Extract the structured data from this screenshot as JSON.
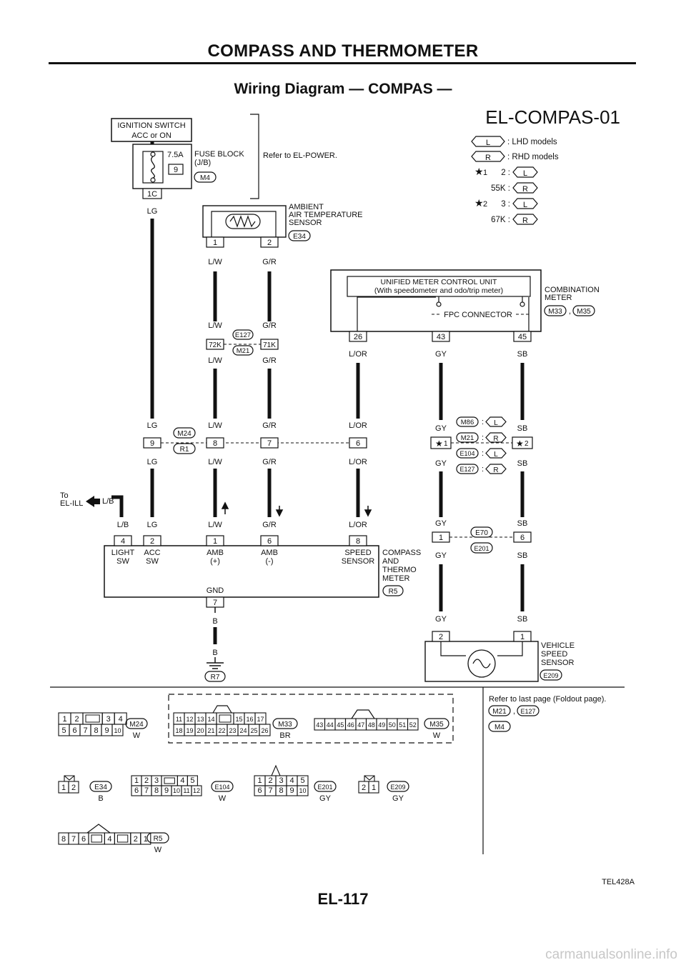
{
  "header": {
    "title": "COMPASS AND THERMOMETER",
    "diagram_title": "Wiring Diagram — COMPAS —"
  },
  "diagram_id": "EL-COMPAS-01",
  "legend": {
    "lhd_symbol": "L",
    "lhd_text": ": LHD models",
    "rhd_symbol": "R",
    "rhd_text": ": RHD models",
    "note1_mark": "1",
    "note1_a": "2 :",
    "note1_b": "55K :",
    "note2_mark": "2",
    "note2_a": "3 :",
    "note2_b": "67K :"
  },
  "components": {
    "ign_switch_l1": "IGNITION SWITCH",
    "ign_switch_l2": "ACC or ON",
    "fuse_rating": "7.5A",
    "fuse_number": "9",
    "fuse_block_l1": "FUSE BLOCK",
    "fuse_block_l2": "(J/B)",
    "fuse_conn": "M4",
    "fuse_terminal": "1C",
    "refer_power": "Refer to EL-POWER.",
    "sensor_l1": "AMBIENT",
    "sensor_l2": "AIR TEMPERATURE",
    "sensor_l3": "SENSOR",
    "sensor_conn": "E34",
    "sensor_pin1": "1",
    "sensor_pin2": "2",
    "meter_l1": "UNIFIED METER CONTROL UNIT",
    "meter_l2": "(With speedometer and odo/trip meter)",
    "fpc": "FPC CONNECTOR",
    "combo_l1": "COMBINATION",
    "combo_l2": "METER",
    "combo_conn1": "M33",
    "combo_conn2": "M35",
    "combo_pins": [
      "26",
      "43",
      "45"
    ],
    "ec_conn1": "E127",
    "ec_conn2": "M21",
    "ec_pin1": "72K",
    "ec_pin2": "71K",
    "j1_conn1": "M24",
    "j1_conn2": "R1",
    "j1_pins": [
      "9",
      "8",
      "7",
      "6"
    ],
    "j2_conns": [
      "M86",
      "M21",
      "E104",
      "E127"
    ],
    "j2_sym": [
      "L",
      "R",
      "L",
      "R"
    ],
    "j3_conn1": "E70",
    "j3_conn2": "E201",
    "j3_pins": [
      "1",
      "6"
    ],
    "to_ill_l1": "To",
    "to_ill_l2": "EL-ILL",
    "compass_pins": [
      "4",
      "2",
      "1",
      "6",
      "8"
    ],
    "compass_func": [
      "LIGHT",
      "SW",
      "ACC",
      "SW",
      "AMB",
      "(+)",
      "AMB",
      "(-)",
      "SPEED",
      "SENSOR"
    ],
    "compass_l1": "COMPASS",
    "compass_l2": "AND",
    "compass_l3": "THERMO",
    "compass_l4": "METER",
    "compass_conn": "R5",
    "gnd_label": "GND",
    "gnd_pin": "7",
    "ground_conn": "R7",
    "vss_pins": [
      "2",
      "1"
    ],
    "vss_l1": "VEHICLE",
    "vss_l2": "SPEED",
    "vss_l3": "SENSOR",
    "vss_conn": "E209"
  },
  "wire_colors": [
    "LG",
    "L/W",
    "G/R",
    "L/OR",
    "GY",
    "SB",
    "L/B",
    "B"
  ],
  "connectors_panel": {
    "refer_last": "Refer to last page (Foldout page).",
    "refer_conns": [
      "M21",
      "E127",
      "M4"
    ],
    "m24": {
      "name": "M24",
      "color": "W",
      "row1": [
        "1",
        "2",
        "",
        "3",
        "4"
      ],
      "row2": [
        "5",
        "6",
        "7",
        "8",
        "9",
        "10"
      ]
    },
    "m33": {
      "name": "M33",
      "color": "BR",
      "row1": [
        "11",
        "12",
        "13",
        "14",
        "",
        "15",
        "16",
        "17"
      ],
      "row2": [
        "18",
        "19",
        "20",
        "21",
        "22",
        "23",
        "24",
        "25",
        "26"
      ]
    },
    "m35": {
      "name": "M35",
      "color": "W",
      "row1": [
        "43",
        "44",
        "45",
        "46",
        "47",
        "48",
        "49",
        "50",
        "51",
        "52"
      ]
    },
    "e34": {
      "name": "E34",
      "color": "B",
      "row1": [
        "1",
        "2"
      ]
    },
    "e104": {
      "name": "E104",
      "color": "W",
      "row1": [
        "1",
        "2",
        "3",
        "",
        "4",
        "5"
      ],
      "row2": [
        "6",
        "7",
        "8",
        "9",
        "10",
        "11",
        "12"
      ]
    },
    "e201": {
      "name": "E201",
      "color": "GY",
      "row1": [
        "1",
        "2",
        "3",
        "4",
        "5"
      ],
      "row2": [
        "6",
        "7",
        "8",
        "9",
        "10"
      ]
    },
    "e209": {
      "name": "E209",
      "color": "GY",
      "row1": [
        "2",
        "1"
      ]
    },
    "r5": {
      "name": "R5",
      "color": "W",
      "row1": [
        "8",
        "7",
        "6",
        "",
        "4",
        "",
        "2",
        "1"
      ]
    }
  },
  "footer": {
    "code": "TEL428A",
    "page": "EL-117",
    "watermark": "carmanualsonline.info"
  }
}
